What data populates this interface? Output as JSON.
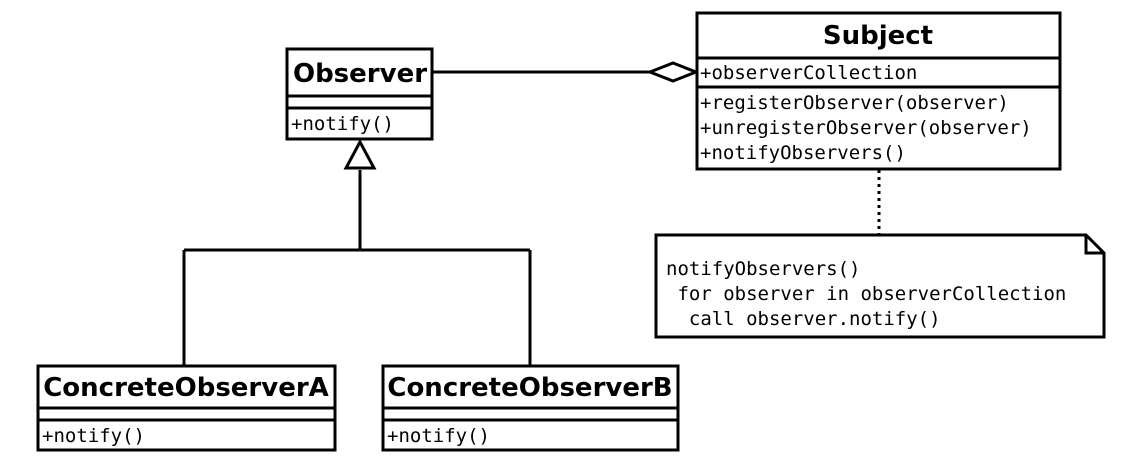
{
  "classes": {
    "observer": {
      "name": "Observer",
      "attributes": [],
      "methods": [
        "+notify()"
      ]
    },
    "subject": {
      "name": "Subject",
      "attributes": [
        "+observerCollection"
      ],
      "methods": [
        "+registerObserver(observer)",
        "+unregisterObserver(observer)",
        "+notifyObservers()"
      ]
    },
    "concrete_a": {
      "name": "ConcreteObserverA",
      "attributes": [],
      "methods": [
        "+notify()"
      ]
    },
    "concrete_b": {
      "name": "ConcreteObserverB",
      "attributes": [],
      "methods": [
        "+notify()"
      ]
    }
  },
  "note": {
    "lines": [
      "notifyObservers()",
      " for observer in observerCollection",
      "  call observer.notify()"
    ]
  },
  "relationships": [
    {
      "type": "aggregation",
      "from": "Subject",
      "to": "Observer"
    },
    {
      "type": "generalization",
      "from": "ConcreteObserverA",
      "to": "Observer"
    },
    {
      "type": "generalization",
      "from": "ConcreteObserverB",
      "to": "Observer"
    },
    {
      "type": "note-anchor",
      "from": "note",
      "to": "Subject"
    }
  ],
  "colors": {
    "stroke": "#000000",
    "fill": "#ffffff"
  }
}
